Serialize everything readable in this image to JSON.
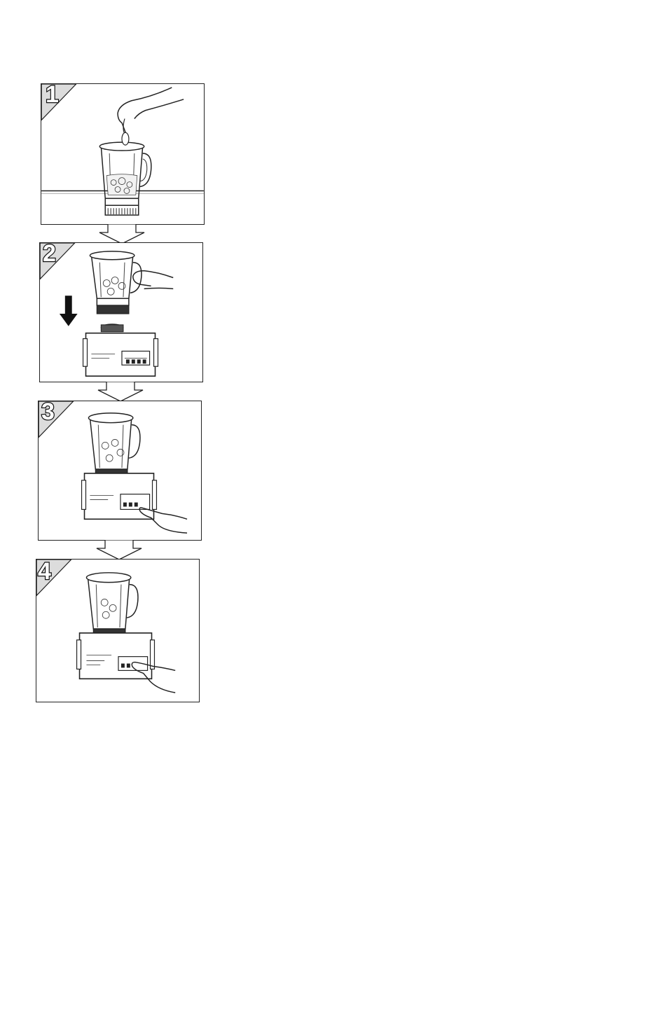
{
  "steps": [
    {
      "number": "1",
      "illustration": "blender-jar-adding-food-icon"
    },
    {
      "number": "2",
      "illustration": "blender-jar-onto-base-icon"
    },
    {
      "number": "3",
      "illustration": "blender-pressing-button-icon"
    },
    {
      "number": "4",
      "illustration": "blender-pressing-off-button-icon"
    }
  ],
  "colors": {
    "line": "#222222",
    "tab_fill": "#dcdcdc"
  }
}
